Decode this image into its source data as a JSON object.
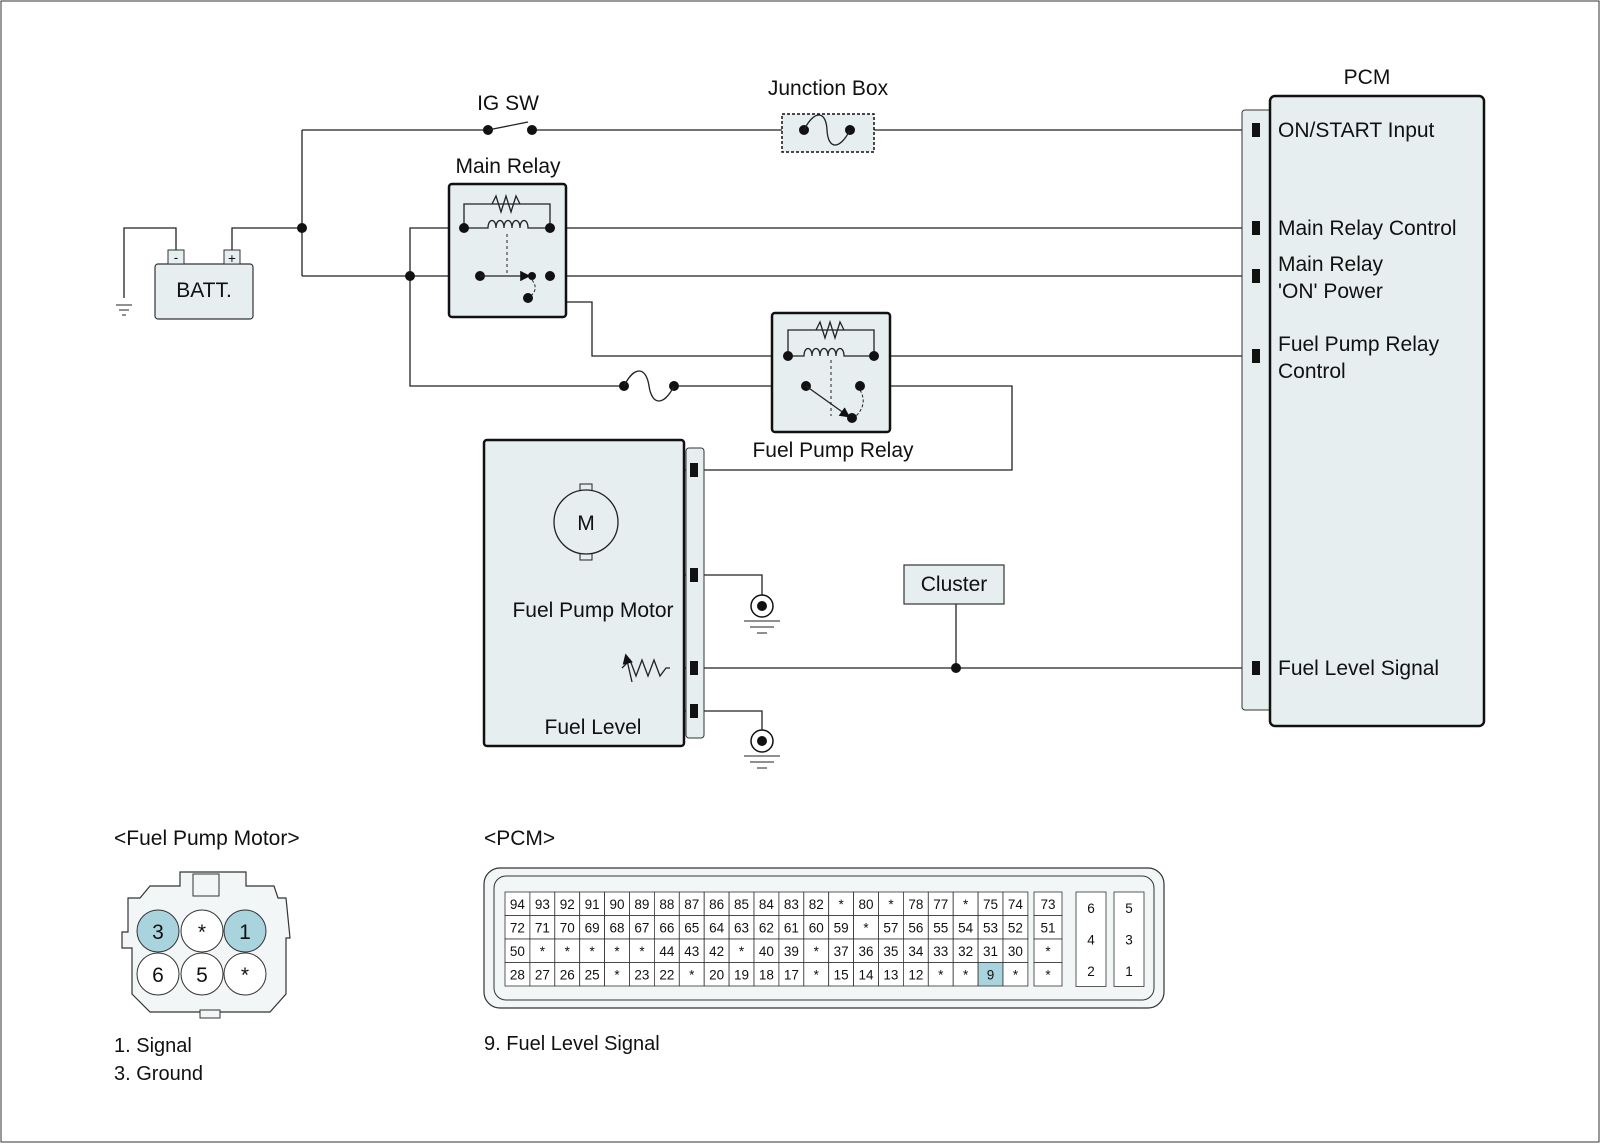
{
  "components": {
    "ig_sw": "IG SW",
    "junction_box": "Junction Box",
    "main_relay": "Main Relay",
    "battery": "BATT.",
    "battery_neg": "-",
    "battery_pos": "+",
    "fuel_pump_relay": "Fuel Pump Relay",
    "motor_symbol": "M",
    "fuel_pump_motor": "Fuel Pump Motor",
    "fuel_level": "Fuel Level",
    "cluster": "Cluster",
    "pcm": "PCM"
  },
  "pcm_pins": [
    [
      "ON/START Input"
    ],
    [
      "Main Relay Control"
    ],
    [
      "Main Relay",
      "'ON' Power"
    ],
    [
      "Fuel Pump Relay",
      "Control"
    ],
    [
      "Fuel Level Signal"
    ]
  ],
  "connectors": {
    "fuel_pump_motor_title": "<Fuel Pump Motor>",
    "fuel_pump_motor_pins": [
      [
        "3",
        "*",
        "1"
      ],
      [
        "6",
        "5",
        "*"
      ]
    ],
    "fuel_pump_motor_highlight": [
      "3",
      "1"
    ],
    "fuel_pump_motor_notes": [
      "1. Signal",
      "3. Ground"
    ],
    "pcm_title": "<PCM>",
    "pcm_grid": [
      [
        "94",
        "93",
        "92",
        "91",
        "90",
        "89",
        "88",
        "87",
        "86",
        "85",
        "84",
        "83",
        "82",
        "*",
        "80",
        "*",
        "78",
        "77",
        "*",
        "75",
        "74"
      ],
      [
        "72",
        "71",
        "70",
        "69",
        "68",
        "67",
        "66",
        "65",
        "64",
        "63",
        "62",
        "61",
        "60",
        "59",
        "*",
        "57",
        "56",
        "55",
        "54",
        "53",
        "52"
      ],
      [
        "50",
        "*",
        "*",
        "*",
        "*",
        "*",
        "44",
        "43",
        "42",
        "*",
        "40",
        "39",
        "*",
        "37",
        "36",
        "35",
        "34",
        "33",
        "32",
        "31",
        "30"
      ],
      [
        "28",
        "27",
        "26",
        "25",
        "*",
        "23",
        "22",
        "*",
        "20",
        "19",
        "18",
        "17",
        "*",
        "15",
        "14",
        "13",
        "12",
        "*",
        "*",
        "9",
        "*"
      ]
    ],
    "pcm_side_col": [
      "73",
      "51",
      "*",
      "*"
    ],
    "pcm_small_block": [
      [
        "6",
        "5"
      ],
      [
        "4",
        "3"
      ],
      [
        "2",
        "1"
      ]
    ],
    "pcm_highlight": [
      "9"
    ],
    "pcm_notes": [
      "9. Fuel Level Signal"
    ]
  },
  "colors": {
    "component_fill": "#e6eef0",
    "pin_highlight": "#a9d4de",
    "wire": "#222222"
  }
}
